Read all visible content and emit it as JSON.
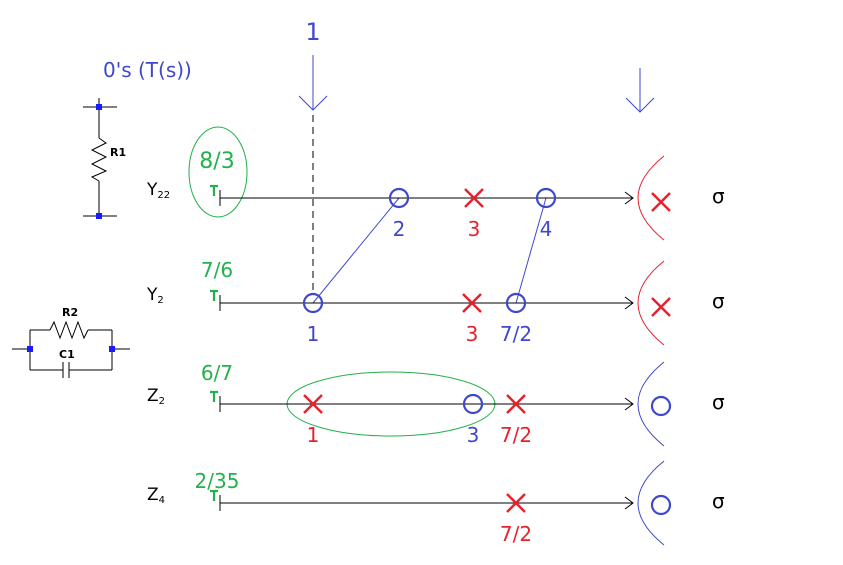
{
  "header": {
    "top_marker": "1",
    "zeros_label": "0's (T(s))"
  },
  "circuit1": {
    "resistor": "R1"
  },
  "circuit2": {
    "resistor": "R2",
    "capacitor": "C1"
  },
  "colors": {
    "zero": "#3f48cc",
    "pole": "#e8222d",
    "residue": "#22b14c",
    "axis": "#000000"
  },
  "rows": [
    {
      "name": "Y22",
      "name_main": "Y",
      "name_sub": "22",
      "residue": "8/3",
      "sigma": "σ",
      "marks": [
        {
          "kind": "zero",
          "label": "2"
        },
        {
          "kind": "pole",
          "label": "3"
        },
        {
          "kind": "zero",
          "label": "4"
        }
      ],
      "infinity": "pole"
    },
    {
      "name": "Y2",
      "name_main": "Y",
      "name_sub": "2",
      "residue": "7/6",
      "sigma": "σ",
      "marks": [
        {
          "kind": "zero",
          "label": "1"
        },
        {
          "kind": "pole",
          "label": "3"
        },
        {
          "kind": "zero",
          "label": "7/2"
        }
      ],
      "infinity": "pole"
    },
    {
      "name": "Z2",
      "name_main": "Z",
      "name_sub": "2",
      "residue": "6/7",
      "sigma": "σ",
      "marks": [
        {
          "kind": "pole",
          "label": "1"
        },
        {
          "kind": "zero",
          "label": "3"
        },
        {
          "kind": "pole",
          "label": "7/2"
        }
      ],
      "infinity": "zero"
    },
    {
      "name": "Z4",
      "name_main": "Z",
      "name_sub": "4",
      "residue": "2/35",
      "sigma": "σ",
      "marks": [
        {
          "kind": "pole",
          "label": "7/2"
        }
      ],
      "infinity": "zero"
    }
  ]
}
